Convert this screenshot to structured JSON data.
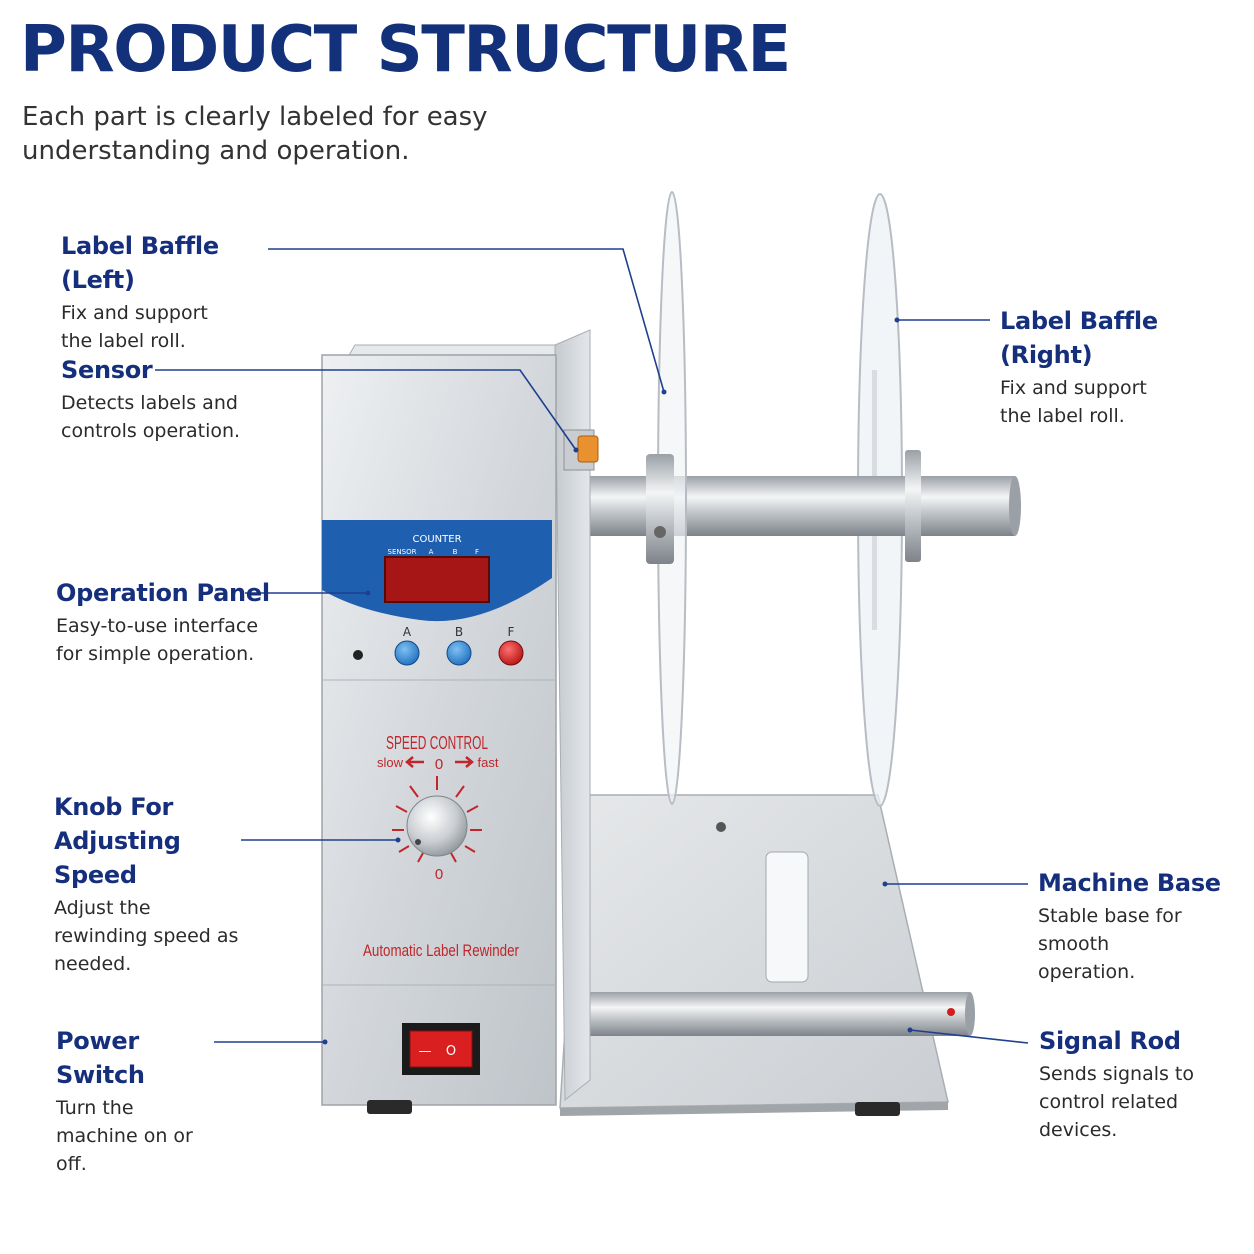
{
  "header": {
    "title": "PRODUCT STRUCTURE",
    "subtitle": "Each part is clearly labeled for easy understanding and operation."
  },
  "callouts": [
    {
      "name": "Label Baffle (Left)",
      "desc": "Fix and support the label roll."
    },
    {
      "name": "Sensor",
      "desc": "Detects labels and controls operation."
    },
    {
      "name": "Operation Panel",
      "desc": "Easy-to-use interface for simple operation."
    },
    {
      "name": "Knob For Adjusting Speed",
      "desc": "Adjust the rewinding speed as needed."
    },
    {
      "name": "Power Switch",
      "desc": "Turn the machine on or off."
    },
    {
      "name": "Label Baffle (Right)",
      "desc": "Fix and support the label roll."
    },
    {
      "name": "Machine Base",
      "desc": "Stable base for smooth operation."
    },
    {
      "name": "Signal Rod",
      "desc": "Sends signals to control related devices."
    }
  ],
  "device": {
    "counter_label": "COUNTER",
    "indicator_labels": [
      "SENSOR",
      "A",
      "B",
      "F"
    ],
    "button_labels": [
      "A",
      "B",
      "F"
    ],
    "speed_title": "SPEED CONTROL",
    "slow_label": "slow",
    "zero_label": "0",
    "fast_label": "fast",
    "knob_bottom_label": "0",
    "product_name": "Automatic Label Rewinder",
    "switch_off_symbol": "O",
    "switch_on_symbol": "—"
  },
  "colors": {
    "title": "#13307a",
    "accent": "#152f7d",
    "panel_blue": "#1f5fb0",
    "display_red": "#b01a1a",
    "button_blue": "#3b8fd9",
    "button_red": "#d42020",
    "print_red": "#c0262a"
  }
}
